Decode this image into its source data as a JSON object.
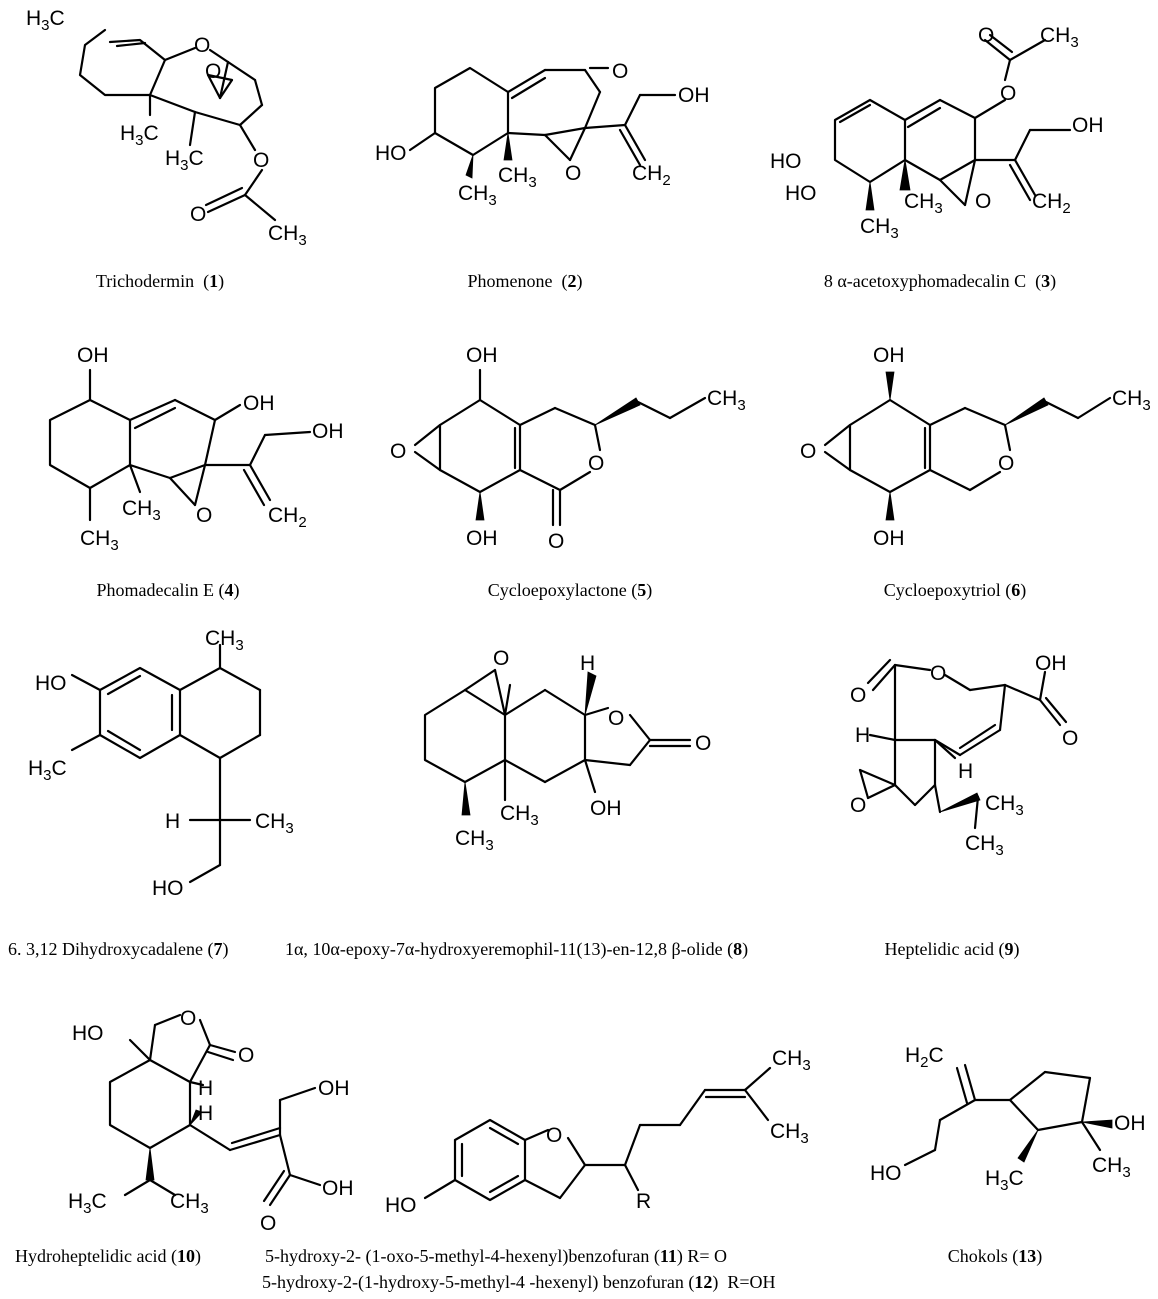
{
  "atoms": {
    "H3C": "H3C",
    "CH3": "CH3",
    "CH2": "CH2",
    "H2C": "H2C",
    "O": "O",
    "OH": "OH",
    "HO": "HO",
    "H": "H",
    "R": "R"
  },
  "compounds": [
    {
      "name": "Trichodermin",
      "number": "1",
      "sep": "  "
    },
    {
      "name": "Phomenone",
      "number": "2",
      "sep": "  "
    },
    {
      "name": "8 α-acetoxyphomadecalin C",
      "number": "3",
      "sep": "  "
    },
    {
      "name": "Phomadecalin E",
      "number": "4",
      "sep": " "
    },
    {
      "name": "Cycloepoxylactone",
      "number": "5",
      "sep": " "
    },
    {
      "name": "Cycloepoxytriol",
      "number": "6",
      "sep": " "
    },
    {
      "name": "6. 3,12 Dihydroxycadalene",
      "number": "7",
      "sep": " "
    },
    {
      "name": "1α, 10α-epoxy-7α-hydroxyeremophil-11(13)-en-12,8 β-olide",
      "number": "8",
      "sep": " "
    },
    {
      "name": "Heptelidic acid",
      "number": "9",
      "sep": " "
    },
    {
      "name": "Hydroheptelidic acid",
      "number": "10",
      "sep": " "
    },
    {
      "name": "5-hydroxy-2- (1-oxo-5-methyl-4-hexenyl)benzofuran",
      "number": "11",
      "sep": " ",
      "suffix": " R= O"
    },
    {
      "name": "5-hydroxy-2-(1-hydroxy-5-methyl-4 -hexenyl) benzofuran",
      "number": "12",
      "sep": " ",
      "suffix": "  R=OH"
    },
    {
      "name": "Chokols",
      "number": "13",
      "sep": " "
    }
  ]
}
